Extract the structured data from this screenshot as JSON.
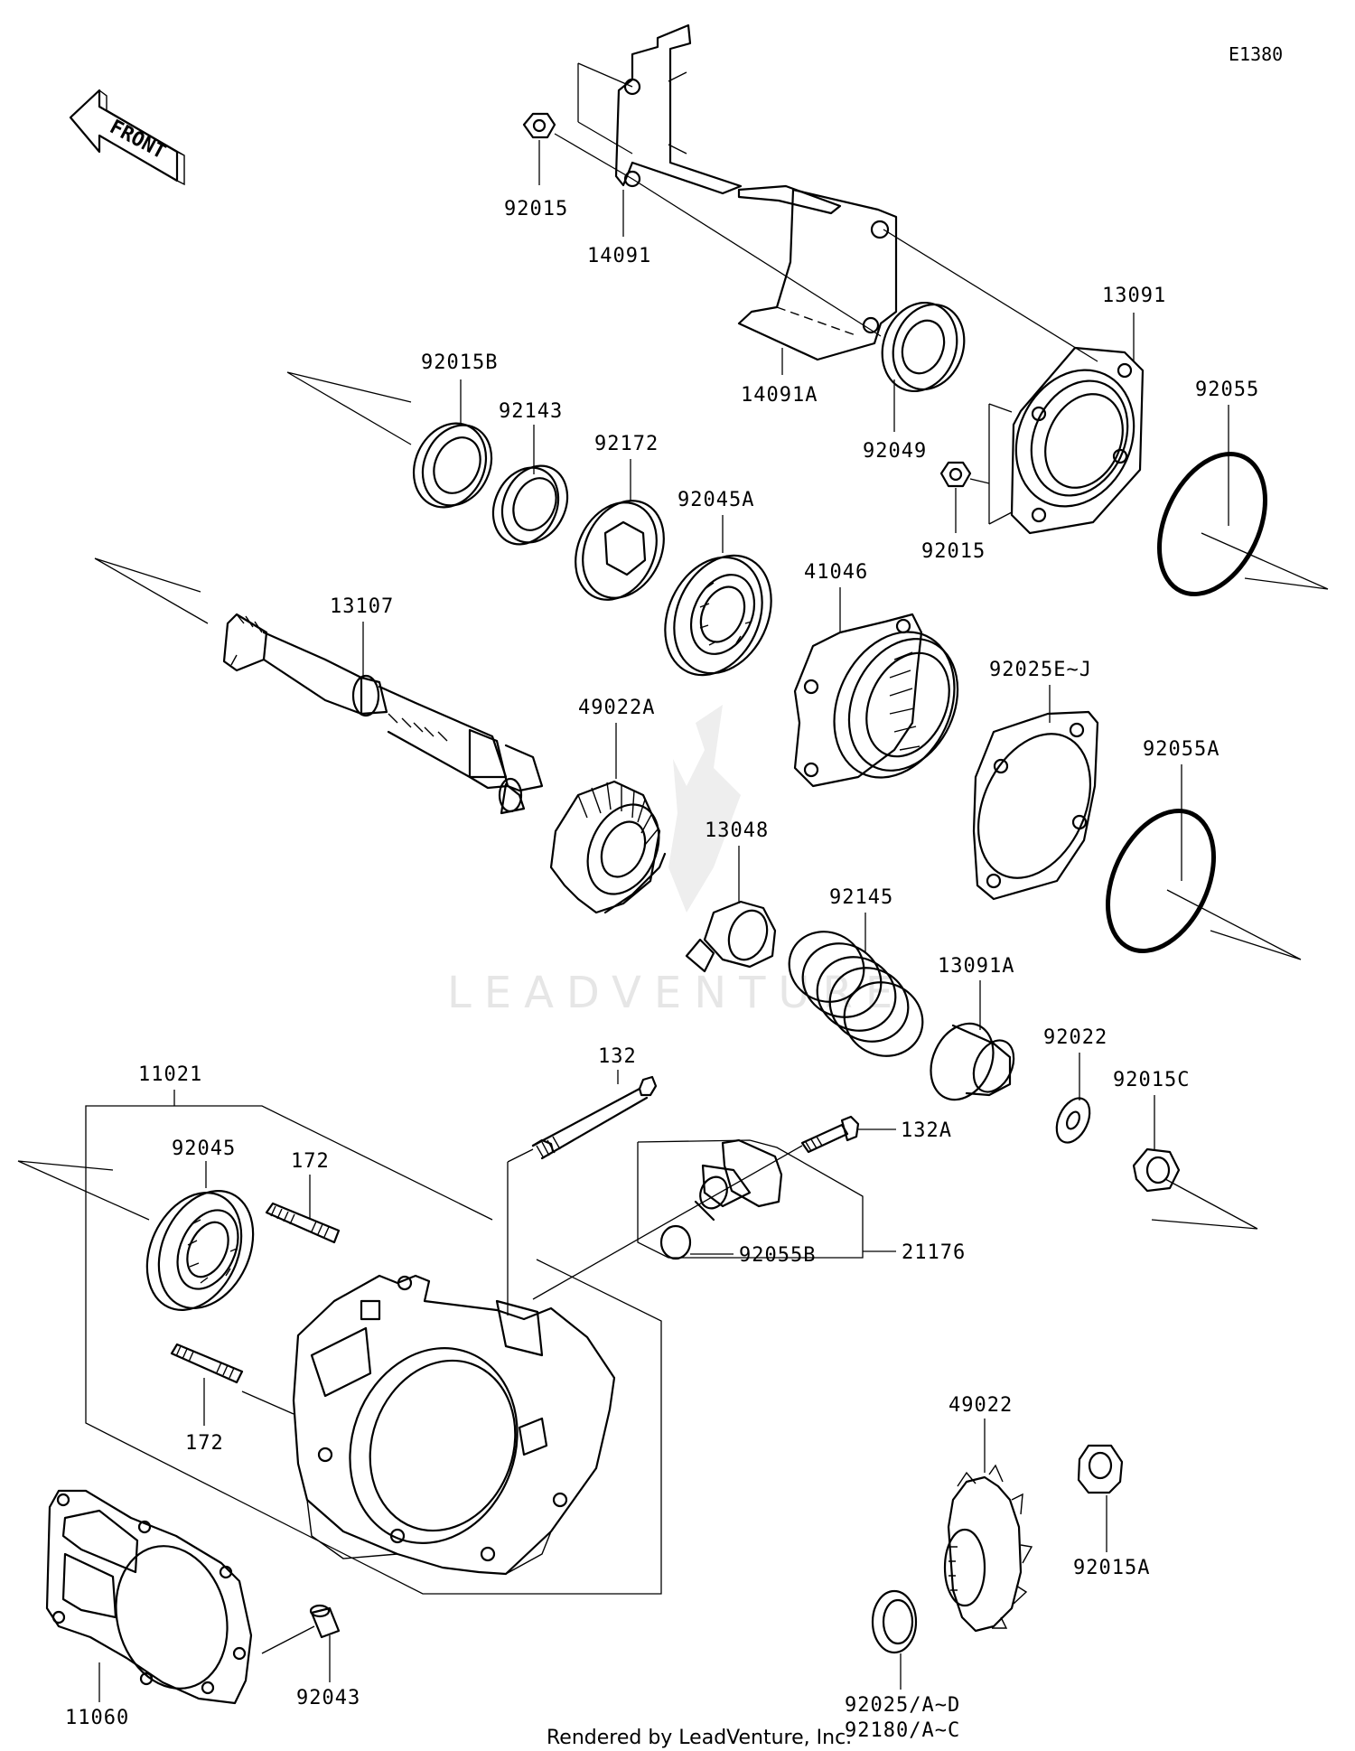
{
  "diagram": {
    "code": "E1380",
    "direction_label": "FRONT",
    "watermark": "LEADVENTURE",
    "credit": "Rendered by LeadVenture, Inc.",
    "labels": {
      "p92015_top": "92015",
      "p14091": "14091",
      "p14091A": "14091A",
      "p13091": "13091",
      "p92055": "92055",
      "p92049": "92049",
      "p92015_mid": "92015",
      "p92015B": "92015B",
      "p92143": "92143",
      "p92172": "92172",
      "p92045A": "92045A",
      "p41046": "41046",
      "p13107": "13107",
      "p49022A": "49022A",
      "p92025EJ": "92025E~J",
      "p92055A": "92055A",
      "p13048": "13048",
      "p92145": "92145",
      "p13091A": "13091A",
      "p92022": "92022",
      "p92015C": "92015C",
      "p11021": "11021",
      "p132": "132",
      "p132A": "132A",
      "p92045": "92045",
      "p172_top": "172",
      "p92055B": "92055B",
      "p21176": "21176",
      "p172_bot": "172",
      "p49022": "49022",
      "p92015A": "92015A",
      "p11060": "11060",
      "p92043": "92043",
      "p92025AD": "92025/A~D",
      "p92180AC": "92180/A~C"
    }
  }
}
